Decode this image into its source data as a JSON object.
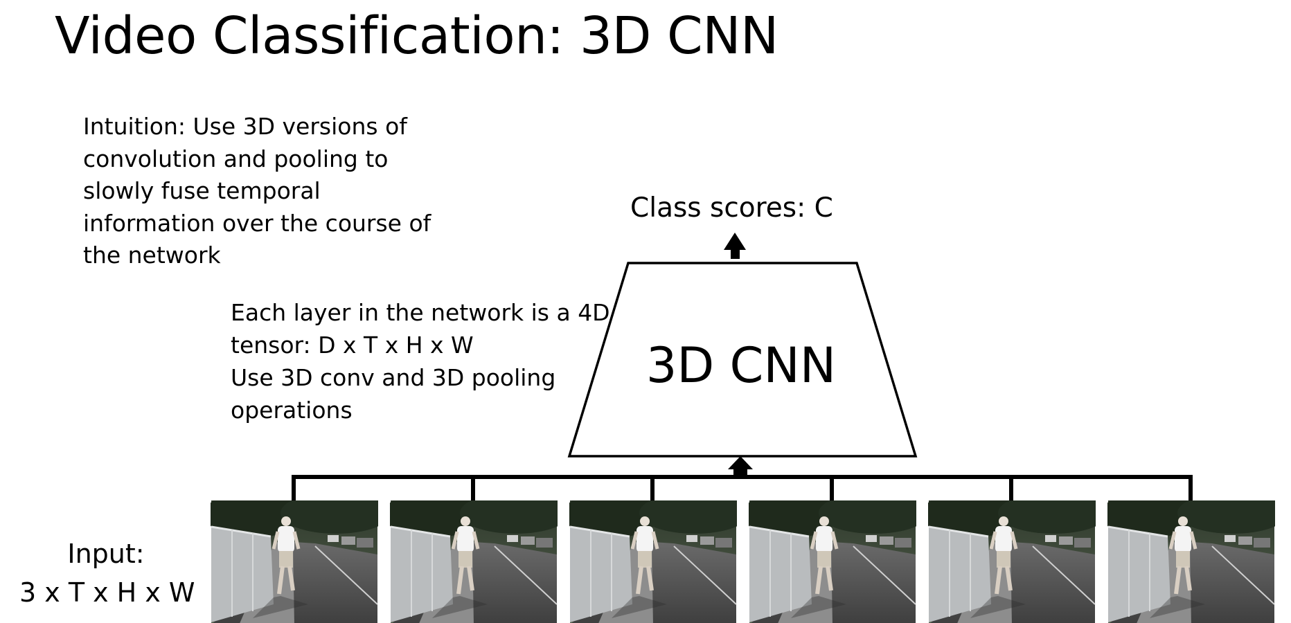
{
  "title": "Video Classification: 3D CNN",
  "intuition_lines": [
    "Intuition: Use 3D versions of",
    "convolution and pooling to",
    "slowly fuse temporal",
    "information over the course of",
    "the network"
  ],
  "layer_note_lines": [
    "Each layer in the network is a 4D",
    "tensor: D x T x H x W",
    "Use 3D conv and 3D pooling",
    "operations"
  ],
  "output_label": "Class scores: C",
  "network_label": "3D CNN",
  "input_label_lines": [
    "Input:",
    "3 x T x H x W"
  ],
  "frames": [
    {
      "name": "frame-1",
      "icon": "running-man-photo"
    },
    {
      "name": "frame-2",
      "icon": "running-man-photo"
    },
    {
      "name": "frame-3",
      "icon": "running-man-photo"
    },
    {
      "name": "frame-4",
      "icon": "running-man-photo"
    },
    {
      "name": "frame-5",
      "icon": "running-man-photo"
    },
    {
      "name": "frame-6",
      "icon": "running-man-photo"
    }
  ],
  "colors": {
    "line": "#000000",
    "background": "#ffffff"
  }
}
